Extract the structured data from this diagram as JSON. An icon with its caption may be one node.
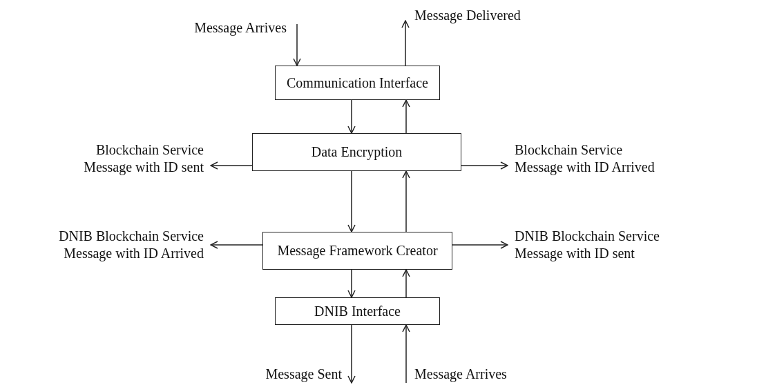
{
  "diagram": {
    "nodes": [
      {
        "text": [
          "Communication Interface"
        ]
      },
      {
        "text": [
          "Data Encryption"
        ]
      },
      {
        "text": [
          "Message Framework Creator"
        ]
      },
      {
        "text": [
          "DNIB Interface"
        ]
      }
    ],
    "edges": [
      {
        "from": null,
        "to": 0,
        "arrow": "to",
        "label": "Message Arrives"
      },
      {
        "from": 0,
        "to": null,
        "arrow": "to",
        "label": "Message Delivered"
      },
      {
        "from": 0,
        "to": 1,
        "arrow": "to"
      },
      {
        "from": 1,
        "to": 0,
        "arrow": "to"
      },
      {
        "from": 1,
        "to": null,
        "arrow": "to",
        "label": "Blockchain Service Message with ID sent"
      },
      {
        "from": 1,
        "to": null,
        "arrow": "to",
        "label": "Blockchain Service Message with ID Arrived"
      },
      {
        "from": 1,
        "to": 2,
        "arrow": "to"
      },
      {
        "from": 2,
        "to": 1,
        "arrow": "to"
      },
      {
        "from": 2,
        "to": null,
        "arrow": "to",
        "label": "DNIB Blockchain Service Message with ID Arrived"
      },
      {
        "from": 2,
        "to": null,
        "arrow": "to",
        "label": "DNIB Blockchain Service Message with ID sent"
      },
      {
        "from": 2,
        "to": 3,
        "arrow": "to"
      },
      {
        "from": 3,
        "to": 2,
        "arrow": "to"
      },
      {
        "from": 3,
        "to": null,
        "arrow": "to",
        "label": "Message Sent"
      },
      {
        "from": null,
        "to": 3,
        "arrow": "to",
        "label": "Message Arrives"
      }
    ]
  }
}
